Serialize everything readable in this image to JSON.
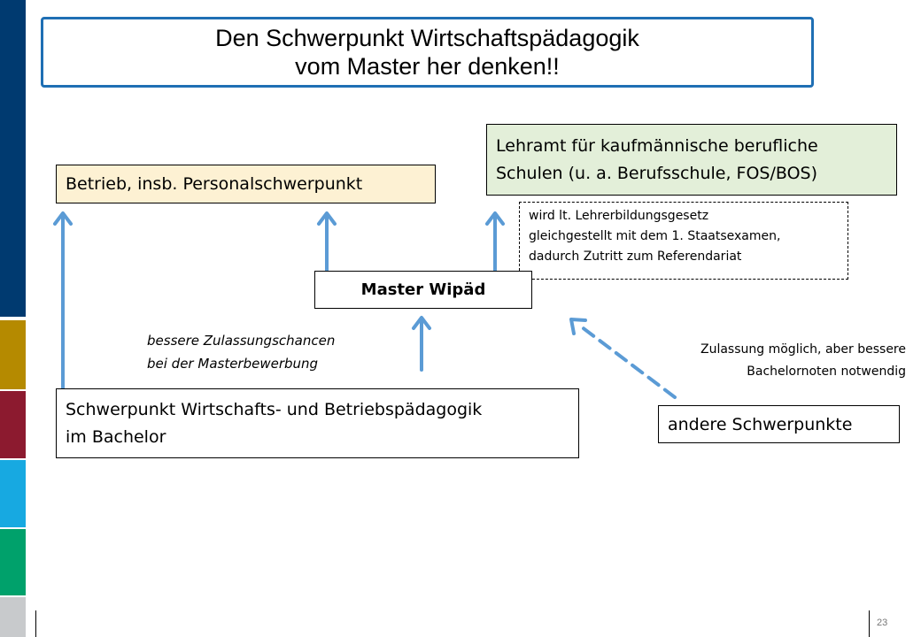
{
  "title": {
    "line1": "Den Schwerpunkt Wirtschaftspädagogik",
    "line2": "vom Master her denken!!"
  },
  "nodes": {
    "betrieb": "Betrieb, insb. Personalschwerpunkt",
    "lehramt_line1": "Lehramt für kaufmännische berufliche",
    "lehramt_line2": "Schulen (u. a. Berufsschule, FOS/BOS)",
    "master": "Master Wipäd",
    "bachelor_line1": "Schwerpunkt Wirtschafts- und Betriebspädagogik",
    "bachelor_line2": "im Bachelor",
    "andere": "andere Schwerpunkte"
  },
  "notes": {
    "gleichgestellt_line1": "wird lt. Lehrerbildungsgesetz",
    "gleichgestellt_line2": "gleichgestellt mit dem 1. Staatsexamen,",
    "gleichgestellt_line3": "dadurch Zutritt zum Referendariat",
    "zulassung_line1": "bessere Zulassungschancen",
    "zulassung_line2": "bei der Masterbewerbung",
    "andere_line1": "Zulassung möglich, aber bessere",
    "andere_line2": "Bachelornoten notwendig"
  },
  "page_number": "23",
  "colors": {
    "title_border": "#1f6fb4",
    "arrow": "#5b9bd5",
    "betrieb_fill": "#fdf1d3",
    "lehramt_fill": "#e3efd9",
    "stripes": [
      "#003a70",
      "#b58a00",
      "#8c1a2f",
      "#17a9e1",
      "#00a16b",
      "#c8cacc"
    ]
  }
}
